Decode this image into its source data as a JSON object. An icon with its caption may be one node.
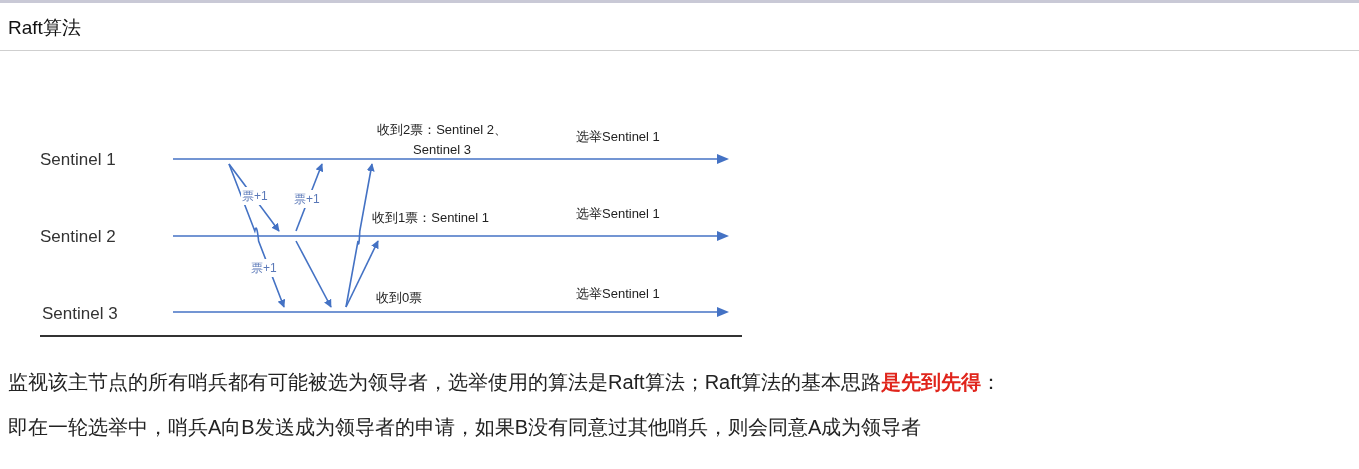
{
  "diagram": {
    "title": "Raft算法",
    "nodes": [
      {
        "text": [],
        "shape": "bar",
        "beside": [
          "Sentinel 1",
          "收到2票：Sentinel 2、Sentinel 3",
          "选举Sentinel 1"
        ]
      },
      {
        "text": [],
        "shape": "bar",
        "beside": [
          "Sentinel 2",
          "收到1票：Sentinel 1",
          "选举Sentinel 1"
        ]
      },
      {
        "text": [],
        "shape": "bar",
        "beside": [
          "Sentinel 3",
          "收到0票",
          "选举Sentinel 1"
        ]
      }
    ],
    "edges": [
      {
        "from": 0,
        "to": 1,
        "arrow": "to",
        "label": "票+1"
      },
      {
        "from": 0,
        "to": 2,
        "arrow": "to",
        "label": "票+1"
      },
      {
        "from": 1,
        "to": 0,
        "arrow": "to",
        "label": "票+1"
      },
      {
        "from": 1,
        "to": 2,
        "arrow": "to"
      },
      {
        "from": 2,
        "to": 0,
        "arrow": "to"
      },
      {
        "from": 2,
        "to": 1,
        "arrow": "to"
      }
    ],
    "labels": [
      "监视该主节点的所有哨兵都有可能被选为领导者，选举使用的算法是Raft算法；Raft算法的基本思路**是先到先得**：",
      "即在一轮选举中，哨兵A向B发送成为领导者的申请，如果B没有同意过其他哨兵，则会同意A成为领导者"
    ]
  }
}
